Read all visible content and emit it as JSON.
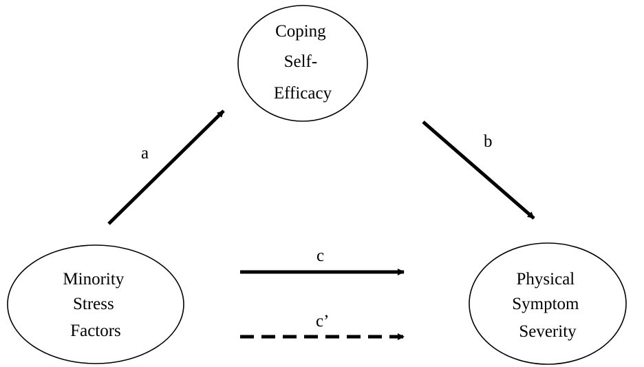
{
  "diagram": {
    "nodes": {
      "mediator": {
        "lines": [
          "Coping",
          "Self-",
          "Efficacy"
        ]
      },
      "predictor": {
        "lines": [
          "Minority",
          "Stress",
          "Factors"
        ]
      },
      "outcome": {
        "lines": [
          "Physical",
          "Symptom",
          "Severity"
        ]
      }
    },
    "edges": {
      "a": {
        "label": "a"
      },
      "b": {
        "label": "b"
      },
      "c": {
        "label": "c"
      },
      "c_prime": {
        "label": "c’"
      }
    },
    "colors": {
      "stroke": "#000000",
      "fill": "#ffffff"
    }
  }
}
